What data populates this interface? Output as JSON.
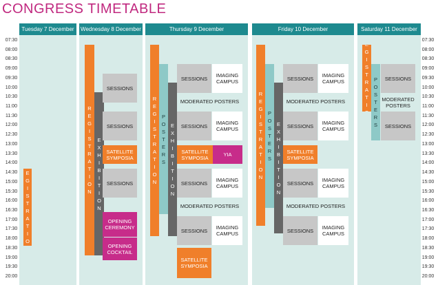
{
  "title": "CONGRESS TIMETABLE",
  "times": [
    "07:30",
    "08:00",
    "08:30",
    "09:00",
    "09:30",
    "10:00",
    "10:30",
    "11:00",
    "11:30",
    "12:00",
    "12:30",
    "13:00",
    "13:30",
    "14:00",
    "14:30",
    "15:00",
    "15:30",
    "16:00",
    "16:30",
    "17:00",
    "17:30",
    "18:00",
    "18:30",
    "19:00",
    "19:30",
    "20:00"
  ],
  "days": {
    "tue": "Tuesday 7 December",
    "wed": "Wednesday 8 December",
    "thu": "Thursday 9 December",
    "fri": "Friday 10 December",
    "sat": "Saturday 11 December"
  },
  "labels": {
    "registration": "REGISTRATION",
    "exhibition": "EXHIBITION",
    "posters": "POSTERS",
    "sessions": "SESSIONS",
    "imaging_campus": "IMAGING CAMPUS",
    "moderated_posters": "MODERATED POSTERS",
    "satellite_symposia": "SATELLITE SYMPOSIA",
    "yia": "YIA",
    "opening_ceremony": "OPENING CEREMONY",
    "opening_cocktail": "OPENING COCKTAIL"
  },
  "colors": {
    "title": "#c0287f",
    "day_header": "#1e8a8f",
    "day_background": "#d7ebe8",
    "registration": "#f07f2a",
    "satellite": "#f07f2a",
    "exhibition": "#666666",
    "posters": "#8ec9c7",
    "sessions": "#c7c7c7",
    "highlight": "#c72c8a"
  }
}
